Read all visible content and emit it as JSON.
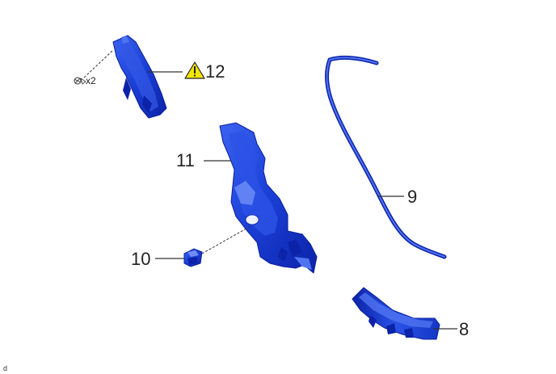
{
  "diagram": {
    "parts": [
      {
        "id": "part-12",
        "callout": "12",
        "has_caution": true,
        "fastener_qty": "x2"
      },
      {
        "id": "part-11",
        "callout": "11"
      },
      {
        "id": "part-10",
        "callout": "10"
      },
      {
        "id": "part-9",
        "callout": "9"
      },
      {
        "id": "part-8",
        "callout": "8"
      }
    ],
    "corner_mark": "d",
    "colors": {
      "part_fill": "#1a3fd6",
      "part_dark": "#0b1f9c",
      "part_light": "#4f74f0",
      "caution_fill": "#f2e600",
      "line": "#333333"
    }
  }
}
